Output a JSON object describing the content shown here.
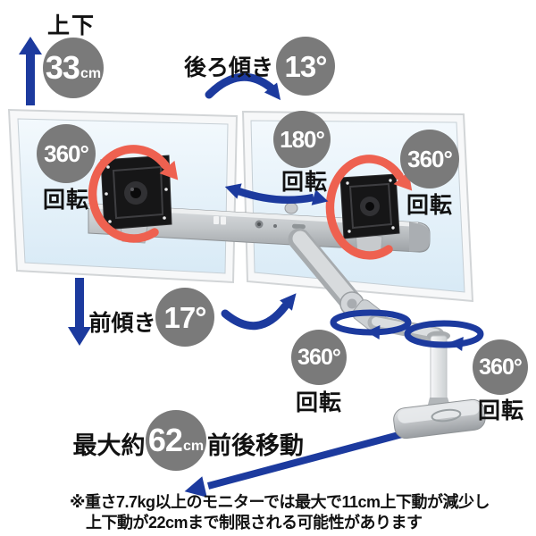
{
  "colors": {
    "accent_blue": "#1c3a9e",
    "badge_gray": "#7a7a7a",
    "rotation_red": "#ee6150",
    "screen_blue": "#d8eaf6",
    "text_black": "#111111"
  },
  "annotations": {
    "height_range": {
      "label": "上下",
      "value": "33",
      "unit": "cm"
    },
    "back_tilt": {
      "label": "後ろ傾き",
      "value": "13°"
    },
    "monitor_left_rotation": {
      "value": "360°",
      "caption": "回転"
    },
    "crossbar_rotation": {
      "value": "180°",
      "caption": "回転"
    },
    "monitor_right_rotation": {
      "value": "360°",
      "caption": "回転"
    },
    "forward_tilt": {
      "label": "前傾き",
      "value": "17°"
    },
    "arm_rotation": {
      "value": "360°",
      "caption": "回転"
    },
    "base_rotation": {
      "value": "360°",
      "caption": "回転"
    },
    "horizontal_range": {
      "prefix": "最大約",
      "value": "62",
      "unit": "cm",
      "suffix": "前後移動"
    }
  },
  "footnote": {
    "line1": "※重さ7.7kg以上のモニターでは最大で11cm上下動が減少し",
    "line2": "上下動が22cmまで制限される可能性があります"
  }
}
